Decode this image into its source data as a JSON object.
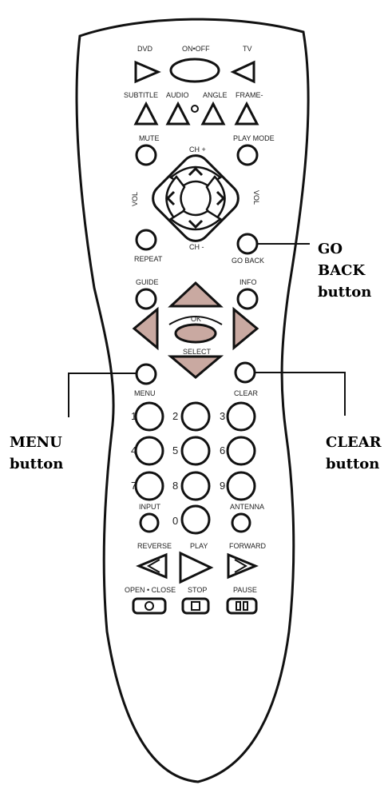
{
  "remote": {
    "top_labels": {
      "dvd": "DVD",
      "onoff": "ON•OFF",
      "tv": "TV"
    },
    "row2_labels": {
      "subtitle": "SUBTITLE",
      "audio": "AUDIO",
      "angle": "ANGLE",
      "frame": "FRAME-"
    },
    "mute": "MUTE",
    "play_mode": "PLAY MODE",
    "ch_plus": "CH +",
    "ch_minus": "CH -",
    "vol_left": "VOL",
    "vol_right": "VOL",
    "repeat": "REPEAT",
    "go_back": "GO BACK",
    "guide": "GUIDE",
    "info": "INFO",
    "ok": "OK",
    "select": "SELECT",
    "menu": "MENU",
    "clear": "CLEAR",
    "digits": [
      "1",
      "2",
      "3",
      "4",
      "5",
      "6",
      "7",
      "8",
      "9",
      "0"
    ],
    "input": "INPUT",
    "antenna": "ANTENNA",
    "reverse": "REVERSE",
    "play": "PLAY",
    "forward": "FORWARD",
    "open_close": "OPEN • CLOSE",
    "stop": "STOP",
    "pause": "PAUSE"
  },
  "callouts": {
    "go_back": [
      "GO",
      "BACK",
      "button"
    ],
    "menu": [
      "MENU",
      "button"
    ],
    "clear": [
      "CLEAR",
      "button"
    ]
  },
  "colors": {
    "arrow_fill": "#c9a9a1",
    "outline": "#111111"
  }
}
